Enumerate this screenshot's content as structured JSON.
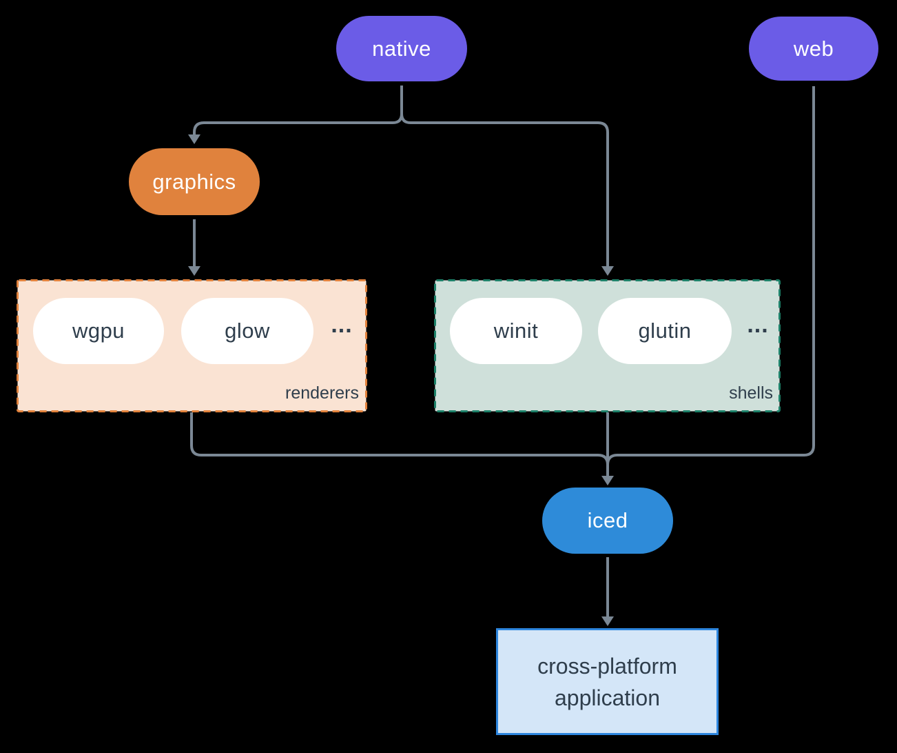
{
  "diagram": {
    "background": "#000000",
    "connector_color": "#7b8895",
    "nodes": {
      "native": {
        "label": "native",
        "color": "#6b5ce7",
        "text_color": "#ffffff"
      },
      "web": {
        "label": "web",
        "color": "#6b5ce7",
        "text_color": "#ffffff"
      },
      "graphics": {
        "label": "graphics",
        "color": "#e0823d",
        "text_color": "#ffffff"
      },
      "iced": {
        "label": "iced",
        "color": "#2e8bd9",
        "text_color": "#ffffff"
      },
      "application": {
        "label": "cross-platform application",
        "fill": "#d4e6f8",
        "border": "#2e86de",
        "text_color": "#2f3e4c"
      }
    },
    "groups": {
      "renderers": {
        "label": "renderers",
        "items": [
          {
            "label": "wgpu"
          },
          {
            "label": "glow"
          }
        ],
        "ellipsis": "...",
        "fill": "#fae3d3",
        "border": "#e2823c"
      },
      "shells": {
        "label": "shells",
        "items": [
          {
            "label": "winit"
          },
          {
            "label": "glutin"
          }
        ],
        "ellipsis": "...",
        "fill": "#cfe0da",
        "border": "#1d8169"
      }
    },
    "edges": [
      "native -> graphics",
      "native -> shells",
      "graphics -> renderers",
      "renderers -> iced",
      "shells -> iced",
      "web -> iced",
      "iced -> application"
    ]
  }
}
